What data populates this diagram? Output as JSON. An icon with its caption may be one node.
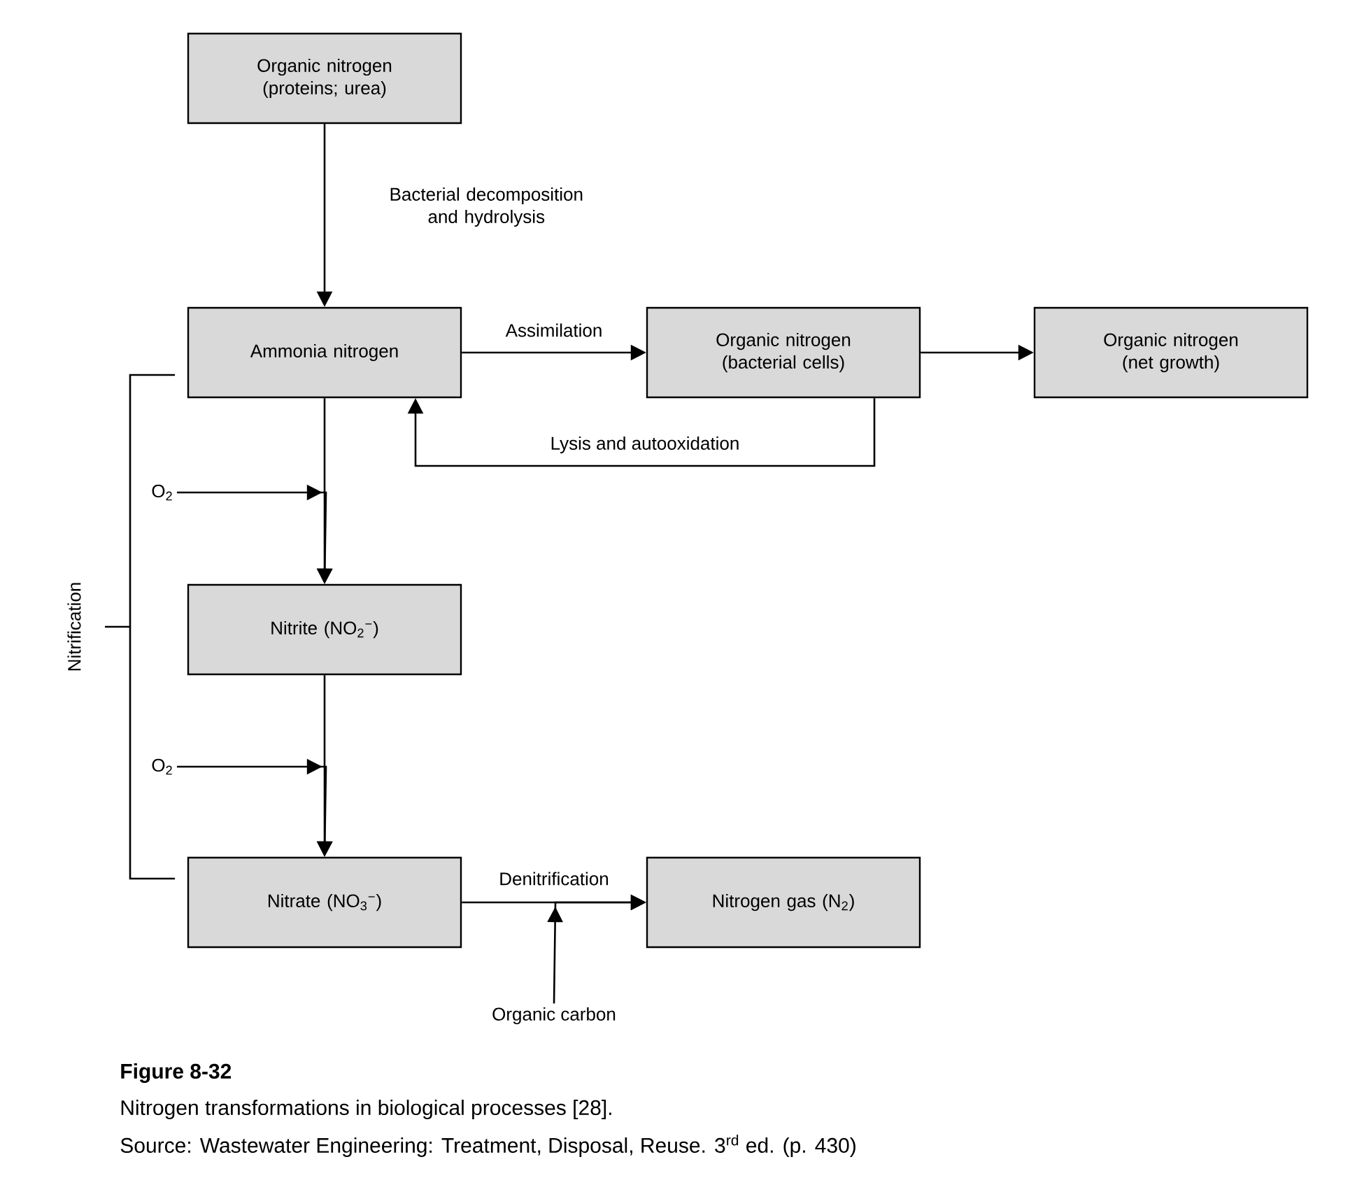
{
  "diagram": {
    "title": "Figure 8-32",
    "caption": "Nitrogen transformations in biological processes [28].",
    "nodes": [
      {
        "text": [
          "Organic nitrogen (proteins; urea)"
        ]
      },
      {
        "text": [
          "Ammonia nitrogen"
        ]
      },
      {
        "text": [
          "Organic nitrogen (bacterial cells)"
        ]
      },
      {
        "text": [
          "Organic nitrogen (net growth)"
        ]
      },
      {
        "text": [
          "Nitrite (NO$_{2}$$^{−}$)"
        ]
      },
      {
        "text": [
          "Nitrate (NO$_{3}$$^{−}$)"
        ]
      },
      {
        "text": [
          "Nitrogen gas (N$_{2}$)"
        ]
      },
      {
        "text": [
          "O$_{2}$"
        ]
      },
      {
        "text": [
          "O$_{2}$"
        ]
      },
      {
        "text": [
          "Organic carbon"
        ]
      }
    ],
    "edges": [
      {
        "from": 0,
        "to": 1,
        "arrow": "to",
        "label": "Bacterial decomposition and hydrolysis"
      },
      {
        "from": 1,
        "to": 2,
        "arrow": "to",
        "label": "Assimilation"
      },
      {
        "from": 2,
        "to": 3,
        "arrow": "to"
      },
      {
        "from": 2,
        "to": 1,
        "arrow": "to",
        "label": "Lysis and autooxidation"
      },
      {
        "from": 1,
        "to": 4,
        "arrow": "to"
      },
      {
        "from": 7,
        "to": 4,
        "arrow": "to"
      },
      {
        "from": 4,
        "to": 5,
        "arrow": "to"
      },
      {
        "from": 8,
        "to": 5,
        "arrow": "to"
      },
      {
        "from": 5,
        "to": 6,
        "arrow": "to",
        "label": "Denitrification"
      },
      {
        "from": 9,
        "to": 6,
        "arrow": "to"
      }
    ],
    "labels": [
      "Nitrification",
      "Source: Wastewater Engineering: Treatment, Disposal, Reuse. 3$^{rd}$ ed. (p. 430)"
    ]
  }
}
